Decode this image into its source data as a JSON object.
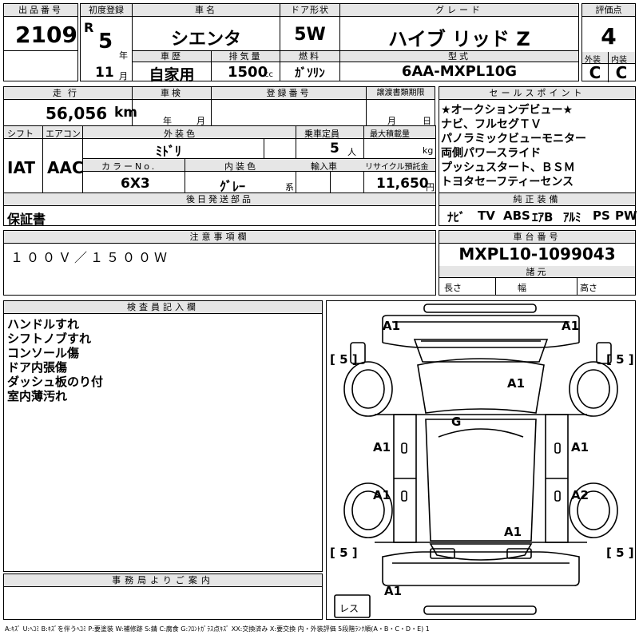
{
  "lot": {
    "label": "出品番号",
    "value": "2109"
  },
  "reg": {
    "label": "初度登録",
    "era": "R",
    "year": "5",
    "year_unit": "年",
    "month": "11",
    "month_unit": "月"
  },
  "car": {
    "label": "車名",
    "value": "シエンタ"
  },
  "door": {
    "label": "ドア形状",
    "value": "5W"
  },
  "grade": {
    "label": "グレード",
    "value": "ハイブ リッド Z"
  },
  "score": {
    "label": "評価点",
    "value": "4",
    "ext_label": "外装",
    "int_label": "内装",
    "ext": "C",
    "int": "C"
  },
  "history": {
    "label": "車歴",
    "value": "自家用"
  },
  "displacement": {
    "label": "排気量",
    "value": "1500",
    "unit": "cc"
  },
  "fuel": {
    "label": "燃料",
    "value": "ｶﾞｿﾘﾝ"
  },
  "model": {
    "label": "型式",
    "value": "6AA-MXPL10G"
  },
  "mileage": {
    "label": "走行",
    "value": "56,056",
    "unit": "km"
  },
  "inspection": {
    "label": "車検",
    "year_unit": "年",
    "month_unit": "月"
  },
  "plate": {
    "label": "登録番号"
  },
  "transfer": {
    "label": "譲渡書類期限",
    "month_unit": "月",
    "day_unit": "日"
  },
  "shift": {
    "label": "シフト",
    "value": "IAT"
  },
  "aircon": {
    "label": "エアコン",
    "value": "AAC"
  },
  "exterior_color": {
    "label": "外装色",
    "value": "ﾐﾄﾞﾘ"
  },
  "capacity": {
    "label": "乗車定員",
    "value": "5",
    "unit": "人"
  },
  "max_load": {
    "label": "最大積載量",
    "unit": "kg"
  },
  "color_no": {
    "label": "カラーNo.",
    "value": "6X3"
  },
  "interior_color": {
    "label": "内装色",
    "value": "ｸﾞﾚｰ",
    "unit": "系"
  },
  "import": {
    "label": "輸入車"
  },
  "recycle": {
    "label": "リサイクル預託金",
    "value": "11,650",
    "unit": "円"
  },
  "sales_points": {
    "label": "セールスポイント",
    "lines": [
      "★オークションデビュー★",
      "ナビ、フルセグＴＶ",
      "パノラミックビューモニター",
      "両側パワースライド",
      "プッシュスタート、ＢＳＭ",
      "トヨタセーフティーセンス"
    ]
  },
  "later_parts": {
    "label": "後日発送部品",
    "value": "保証書"
  },
  "equipment": {
    "label": "純正装備",
    "items": [
      "ﾅﾋﾞ",
      "TV",
      "ABS",
      "ｴｱB",
      "ｱﾙﾐ",
      "PS",
      "PW"
    ]
  },
  "notes": {
    "label": "注意事項欄",
    "value": "１００Ｖ／１５００Ｗ"
  },
  "chassis": {
    "label": "車台番号",
    "value": "MXPL10-1099043",
    "dims_label": "諸元",
    "len": "長さ",
    "width": "幅",
    "height": "高さ"
  },
  "inspector": {
    "label": "検査員記入欄",
    "lines": [
      "ハンドルすれ",
      "シフトノブすれ",
      "コンソール傷",
      "ドア内張傷",
      "ダッシュ板のり付",
      "室内薄汚れ"
    ]
  },
  "office": {
    "label": "事務局よりご案内"
  },
  "diagram": {
    "marks": {
      "fl": "A1",
      "fr": "A1",
      "hood": "A1",
      "roof": "G",
      "door_l1": "A1",
      "door_r1": "A1",
      "door_l2": "A1",
      "door_r2": "A2",
      "rear": "A1",
      "bumper": "A1"
    },
    "tires": {
      "fl": "5",
      "fr": "5",
      "rl": "5",
      "rr": "5"
    },
    "spare": "レス"
  },
  "legend": "A:ｷｽﾞ U:ﾍｺﾐ B:ｷｽﾞを伴うﾍｺﾐ P:要塗装 W:補修跡 S:錆 C:腐食 G:ﾌﾛﾝﾄｶﾞﾗｽ点ｷｽﾞ XX:交換済み X:要交換  内・外装評価 5段階ﾗﾝｸ順(A・B・C・D・E) 1"
}
